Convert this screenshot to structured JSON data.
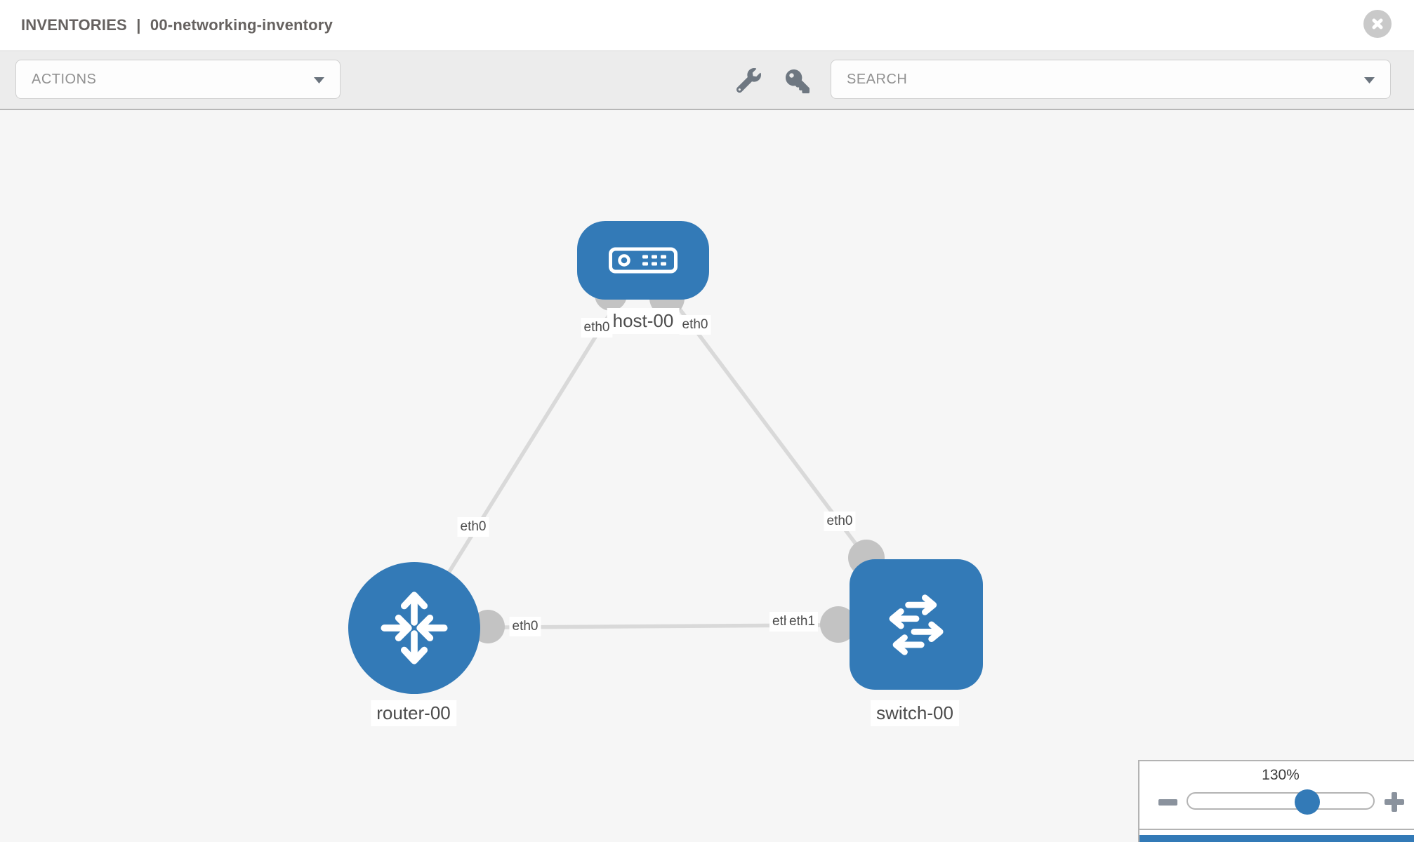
{
  "header": {
    "title_section": "INVENTORIES",
    "title_separator": "|",
    "title_item": "00-networking-inventory"
  },
  "toolbar": {
    "actions_dropdown": {
      "value": "ACTIONS"
    },
    "search_dropdown": {
      "placeholder": "SEARCH"
    },
    "icons": [
      "wrench-icon",
      "key-icon"
    ]
  },
  "graph": {
    "nodes": [
      {
        "name": "host-00",
        "type": "host"
      },
      {
        "name": "router-00",
        "type": "router"
      },
      {
        "name": "switch-00",
        "type": "switch"
      }
    ],
    "links": [
      {
        "source": "host-00",
        "target": "router-00",
        "source_interface": "eth0",
        "target_interface": "eth0"
      },
      {
        "source": "host-00",
        "target": "switch-00",
        "source_interface": "eth0",
        "target_interface": "eth0"
      },
      {
        "source": "router-00",
        "target": "switch-00",
        "source_interface": "eth0",
        "target_interface": "eth1",
        "target_interface_underlay": "eth0"
      }
    ]
  },
  "zoom_control": {
    "level": "130%"
  },
  "colors": {
    "node_blue": "#337ab7",
    "link_gray": "#d9d9d9",
    "endpoint_gray": "#c3c3c3",
    "canvas_bg": "#f6f6f6",
    "toolbar_bg": "#ececec"
  }
}
